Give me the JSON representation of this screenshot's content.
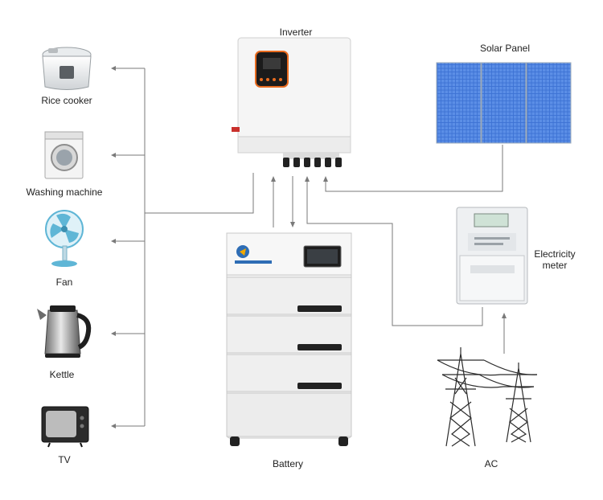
{
  "labels": {
    "inverter": "Inverter",
    "solar_panel": "Solar Panel",
    "rice_cooker": "Rice cooker",
    "washing_machine": "Washing machine",
    "fan": "Fan",
    "kettle": "Kettle",
    "tv": "TV",
    "battery": "Battery",
    "electricity_meter_line1": "Electricity",
    "electricity_meter_line2": "meter",
    "ac": "AC"
  },
  "colors": {
    "wire": "#7a7a7a",
    "solar_cell": "#3b6fd1",
    "inverter_body": "#f4f4f4",
    "inverter_screen": "#1a1a1a",
    "inverter_accent": "#e86b1f",
    "battery_body": "#f2f2f2",
    "battery_handle": "#222222"
  }
}
